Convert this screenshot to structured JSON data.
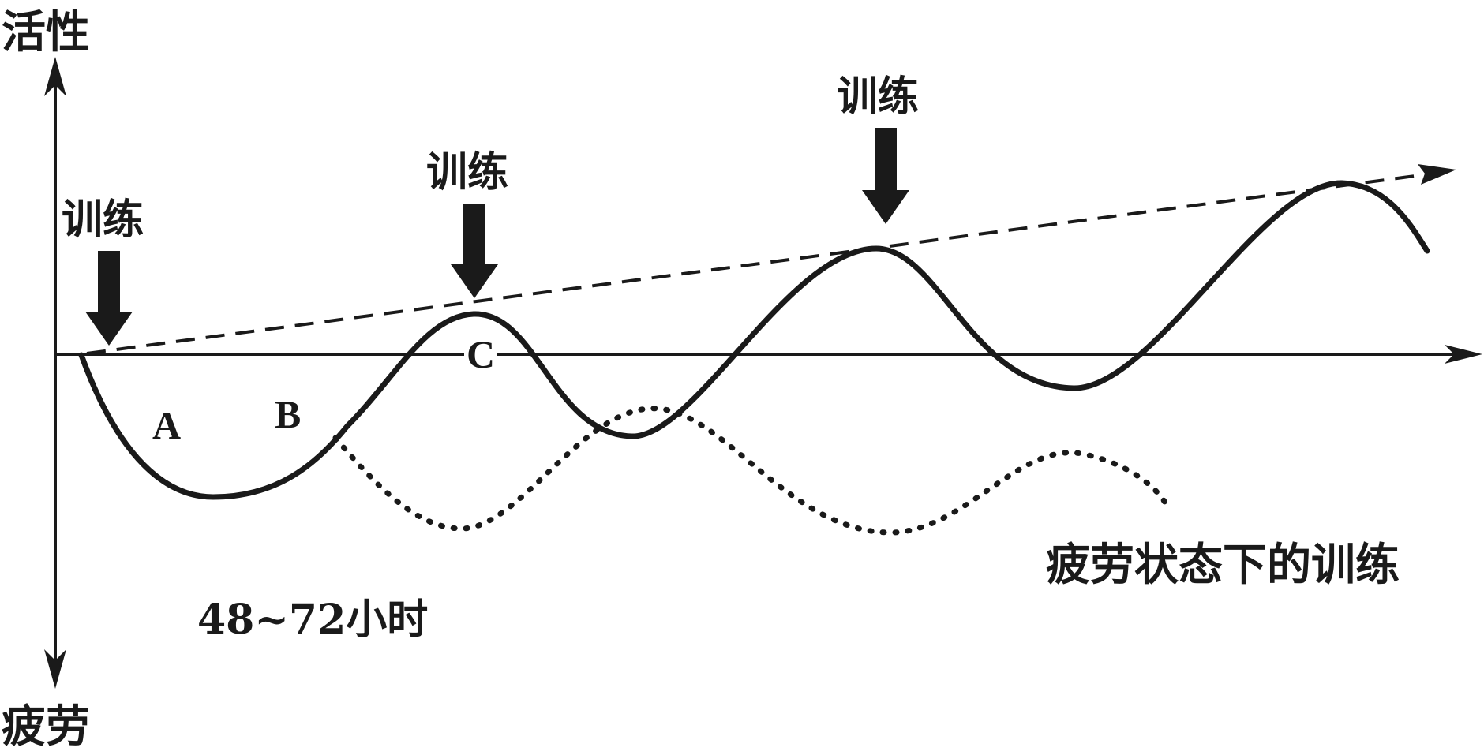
{
  "diagram": {
    "y_axis": {
      "top_label": "活性",
      "bottom_label": "疲劳"
    },
    "training_markers": [
      {
        "label": "训练"
      },
      {
        "label": "训练"
      },
      {
        "label": "训练"
      }
    ],
    "points": {
      "a": "A",
      "b": "B",
      "c": "C"
    },
    "interval_label": "48~72小时",
    "dotted_curve_label": "疲劳状态下的训练",
    "colors": {
      "ink": "#1a1a1a",
      "background": "#ffffff"
    }
  }
}
